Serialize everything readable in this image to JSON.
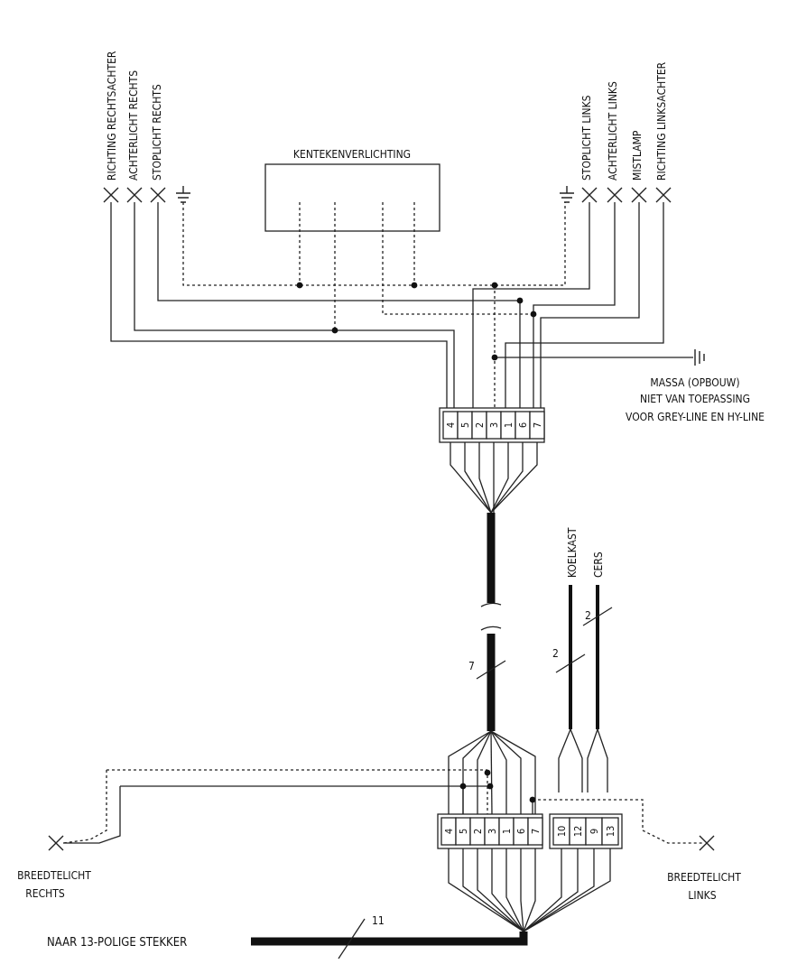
{
  "diagram": {
    "lamps_right": [
      "RICHTING RECHTSACHTER",
      "ACHTERLICHT RECHTS",
      "STOPLICHT RECHTS"
    ],
    "lamps_left": [
      "STOPLICHT LINKS",
      "ACHTERLICHT LINKS",
      "MISTLAMP",
      "RICHTING LINKSACHTER"
    ],
    "license_box_label": "KENTEKENVERLICHTING",
    "ground_note": [
      "MASSA (OPBOUW)",
      "NIET VAN TOEPASSING",
      "VOOR GREY-LINE EN HY-LINE"
    ],
    "upper_terminals": [
      "4",
      "5",
      "2",
      "3",
      "1",
      "6",
      "7"
    ],
    "lower_terminals_main": [
      "4",
      "5",
      "2",
      "3",
      "1",
      "6",
      "7"
    ],
    "lower_terminals_aux": [
      "10",
      "12",
      "9",
      "13"
    ],
    "cable_main_count": "7",
    "aux_cables": [
      {
        "label": "KOELKAST",
        "count": "2"
      },
      {
        "label": "CERS",
        "count": "2"
      }
    ],
    "breedtelicht_rechts": [
      "BREEDTELICHT",
      "RECHTS"
    ],
    "breedtelicht_links": [
      "BREEDTELICHT",
      "LINKS"
    ],
    "output_label": "NAAR 13-POLIGE STEKKER",
    "output_count": "11"
  }
}
